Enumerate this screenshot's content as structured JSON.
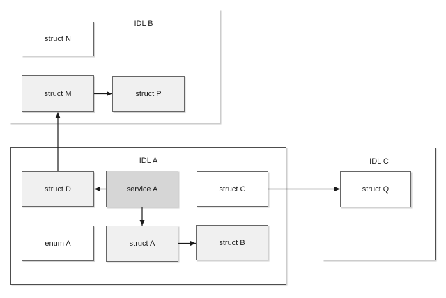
{
  "page": {
    "background": "#ffffff"
  },
  "diagram": {
    "containers": [
      {
        "id": "idl-b",
        "title": "IDL B"
      },
      {
        "id": "idl-a",
        "title": "IDL A"
      },
      {
        "id": "idl-c",
        "title": "IDL C"
      }
    ],
    "nodes": [
      {
        "id": "struct-n",
        "label": "struct N",
        "container": "idl-b",
        "fill": "#ffffff"
      },
      {
        "id": "struct-m",
        "label": "struct M",
        "container": "idl-b",
        "fill": "#f0f0f0"
      },
      {
        "id": "struct-p",
        "label": "struct P",
        "container": "idl-b",
        "fill": "#f0f0f0"
      },
      {
        "id": "struct-d",
        "label": "struct D",
        "container": "idl-a",
        "fill": "#f0f0f0"
      },
      {
        "id": "service-a",
        "label": "service A",
        "container": "idl-a",
        "fill": "#d6d6d6"
      },
      {
        "id": "struct-c",
        "label": "struct C",
        "container": "idl-a",
        "fill": "#ffffff"
      },
      {
        "id": "enum-a",
        "label": "enum A",
        "container": "idl-a",
        "fill": "#ffffff"
      },
      {
        "id": "struct-a",
        "label": "struct A",
        "container": "idl-a",
        "fill": "#f0f0f0"
      },
      {
        "id": "struct-b",
        "label": "struct B",
        "container": "idl-a",
        "fill": "#f0f0f0"
      },
      {
        "id": "struct-q",
        "label": "struct Q",
        "container": "idl-c",
        "fill": "#ffffff"
      }
    ],
    "edges": [
      {
        "from": "struct M",
        "to": "struct P",
        "direction": "right"
      },
      {
        "from": "struct D",
        "to": "struct M",
        "direction": "up"
      },
      {
        "from": "service A",
        "to": "struct D",
        "direction": "left"
      },
      {
        "from": "service A",
        "to": "struct A",
        "direction": "down"
      },
      {
        "from": "struct A",
        "to": "struct B",
        "direction": "right"
      },
      {
        "from": "struct C",
        "to": "struct Q",
        "direction": "right"
      }
    ],
    "colors": {
      "node_fill_light": "#f0f0f0",
      "node_fill_medium": "#d6d6d6",
      "node_fill_white": "#ffffff",
      "node_border": "#666666",
      "container_border": "#4d4d4d",
      "arrow": "#1a1a1a",
      "text": "#1a1a1a",
      "background": "#ffffff"
    }
  }
}
